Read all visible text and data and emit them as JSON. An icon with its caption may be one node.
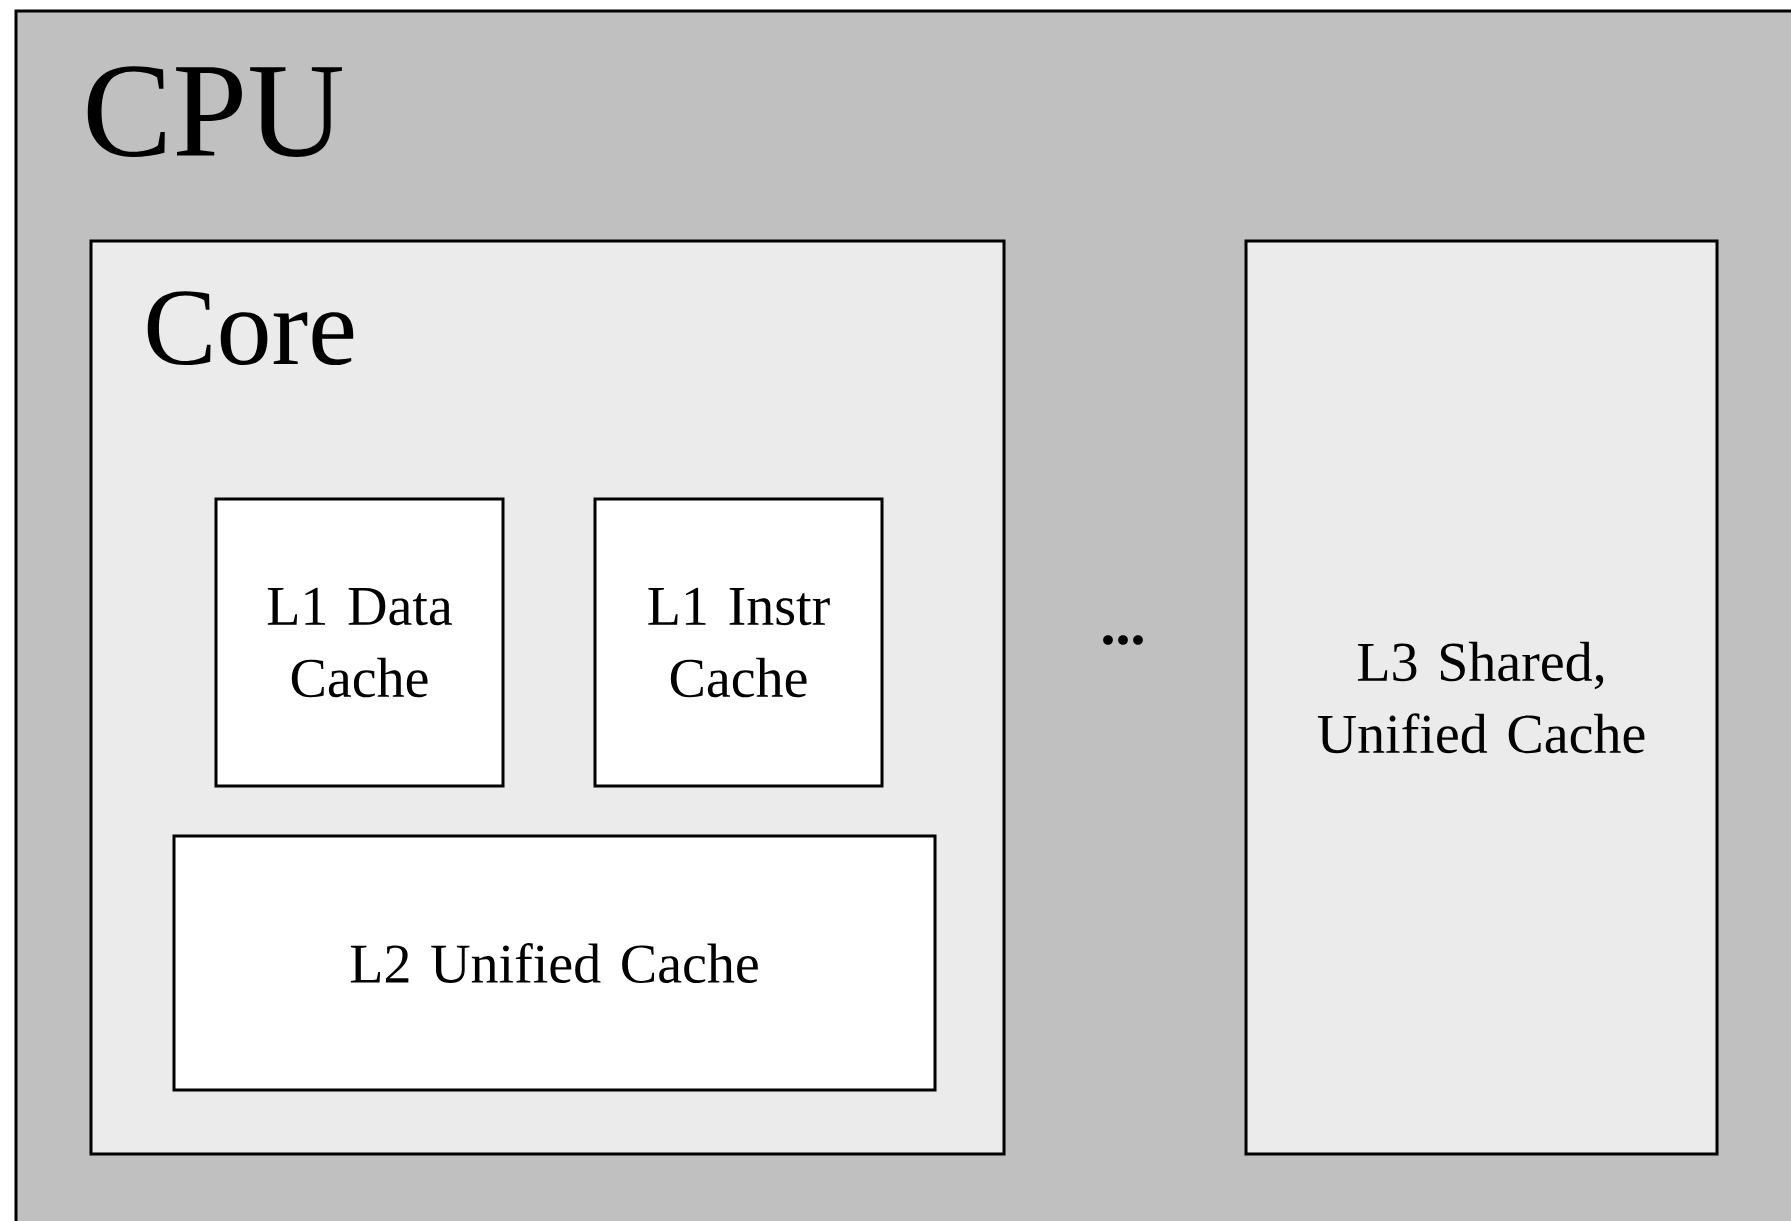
{
  "diagram": {
    "nodes": [
      {
        "text": [
          "CPU"
        ]
      },
      {
        "text": [
          "Core"
        ],
        "in": 0
      },
      {
        "text": [
          "L1 Data Cache"
        ],
        "in": 1
      },
      {
        "text": [
          "L1 Instr Cache"
        ],
        "in": 1
      },
      {
        "text": [
          "L2 Unified Cache"
        ],
        "in": 1
      },
      {
        "text": [
          "L3 Shared, Unified Cache"
        ],
        "in": 0
      }
    ],
    "labels": [
      "..."
    ]
  }
}
